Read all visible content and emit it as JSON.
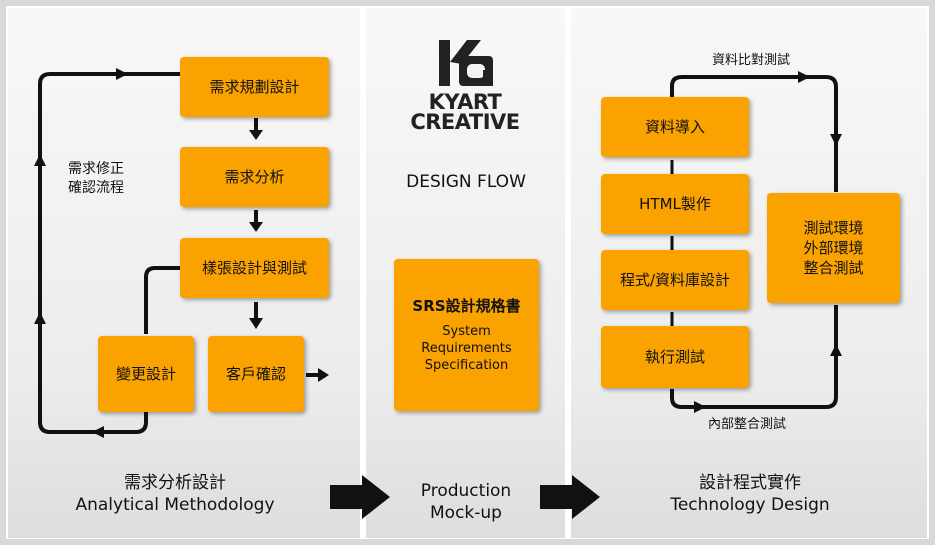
{
  "panels": {
    "left": {
      "boxes": {
        "planning": "需求規劃設計",
        "analysis": "需求分析",
        "prototype": "樣張設計與測試",
        "change": "變更設計",
        "confirm": "客戶確認"
      },
      "loop_label": [
        "需求修正",
        "確認流程"
      ],
      "footer": [
        "需求分析設計",
        "Analytical Methodology"
      ]
    },
    "middle": {
      "logo": {
        "line1": "KYART",
        "line2": "CREATIVE"
      },
      "title": "DESIGN FLOW",
      "srs": {
        "title": "SRS設計規格書",
        "lines": [
          "System",
          "Requirements",
          "Specification"
        ]
      },
      "footer": [
        "Production",
        "Mock-up"
      ]
    },
    "right": {
      "boxes": {
        "import": "資料導入",
        "html": "HTML製作",
        "program": "程式/資料庫設計",
        "exec": "執行測試",
        "env": [
          "測試環境",
          "外部環境",
          "整合測試"
        ]
      },
      "top_label": "資料比對測試",
      "bottom_label": "內部整合測試",
      "footer": [
        "設計程式實作",
        "Technology Design"
      ]
    }
  },
  "colors": {
    "box": "#f9a200",
    "line": "#111111"
  }
}
